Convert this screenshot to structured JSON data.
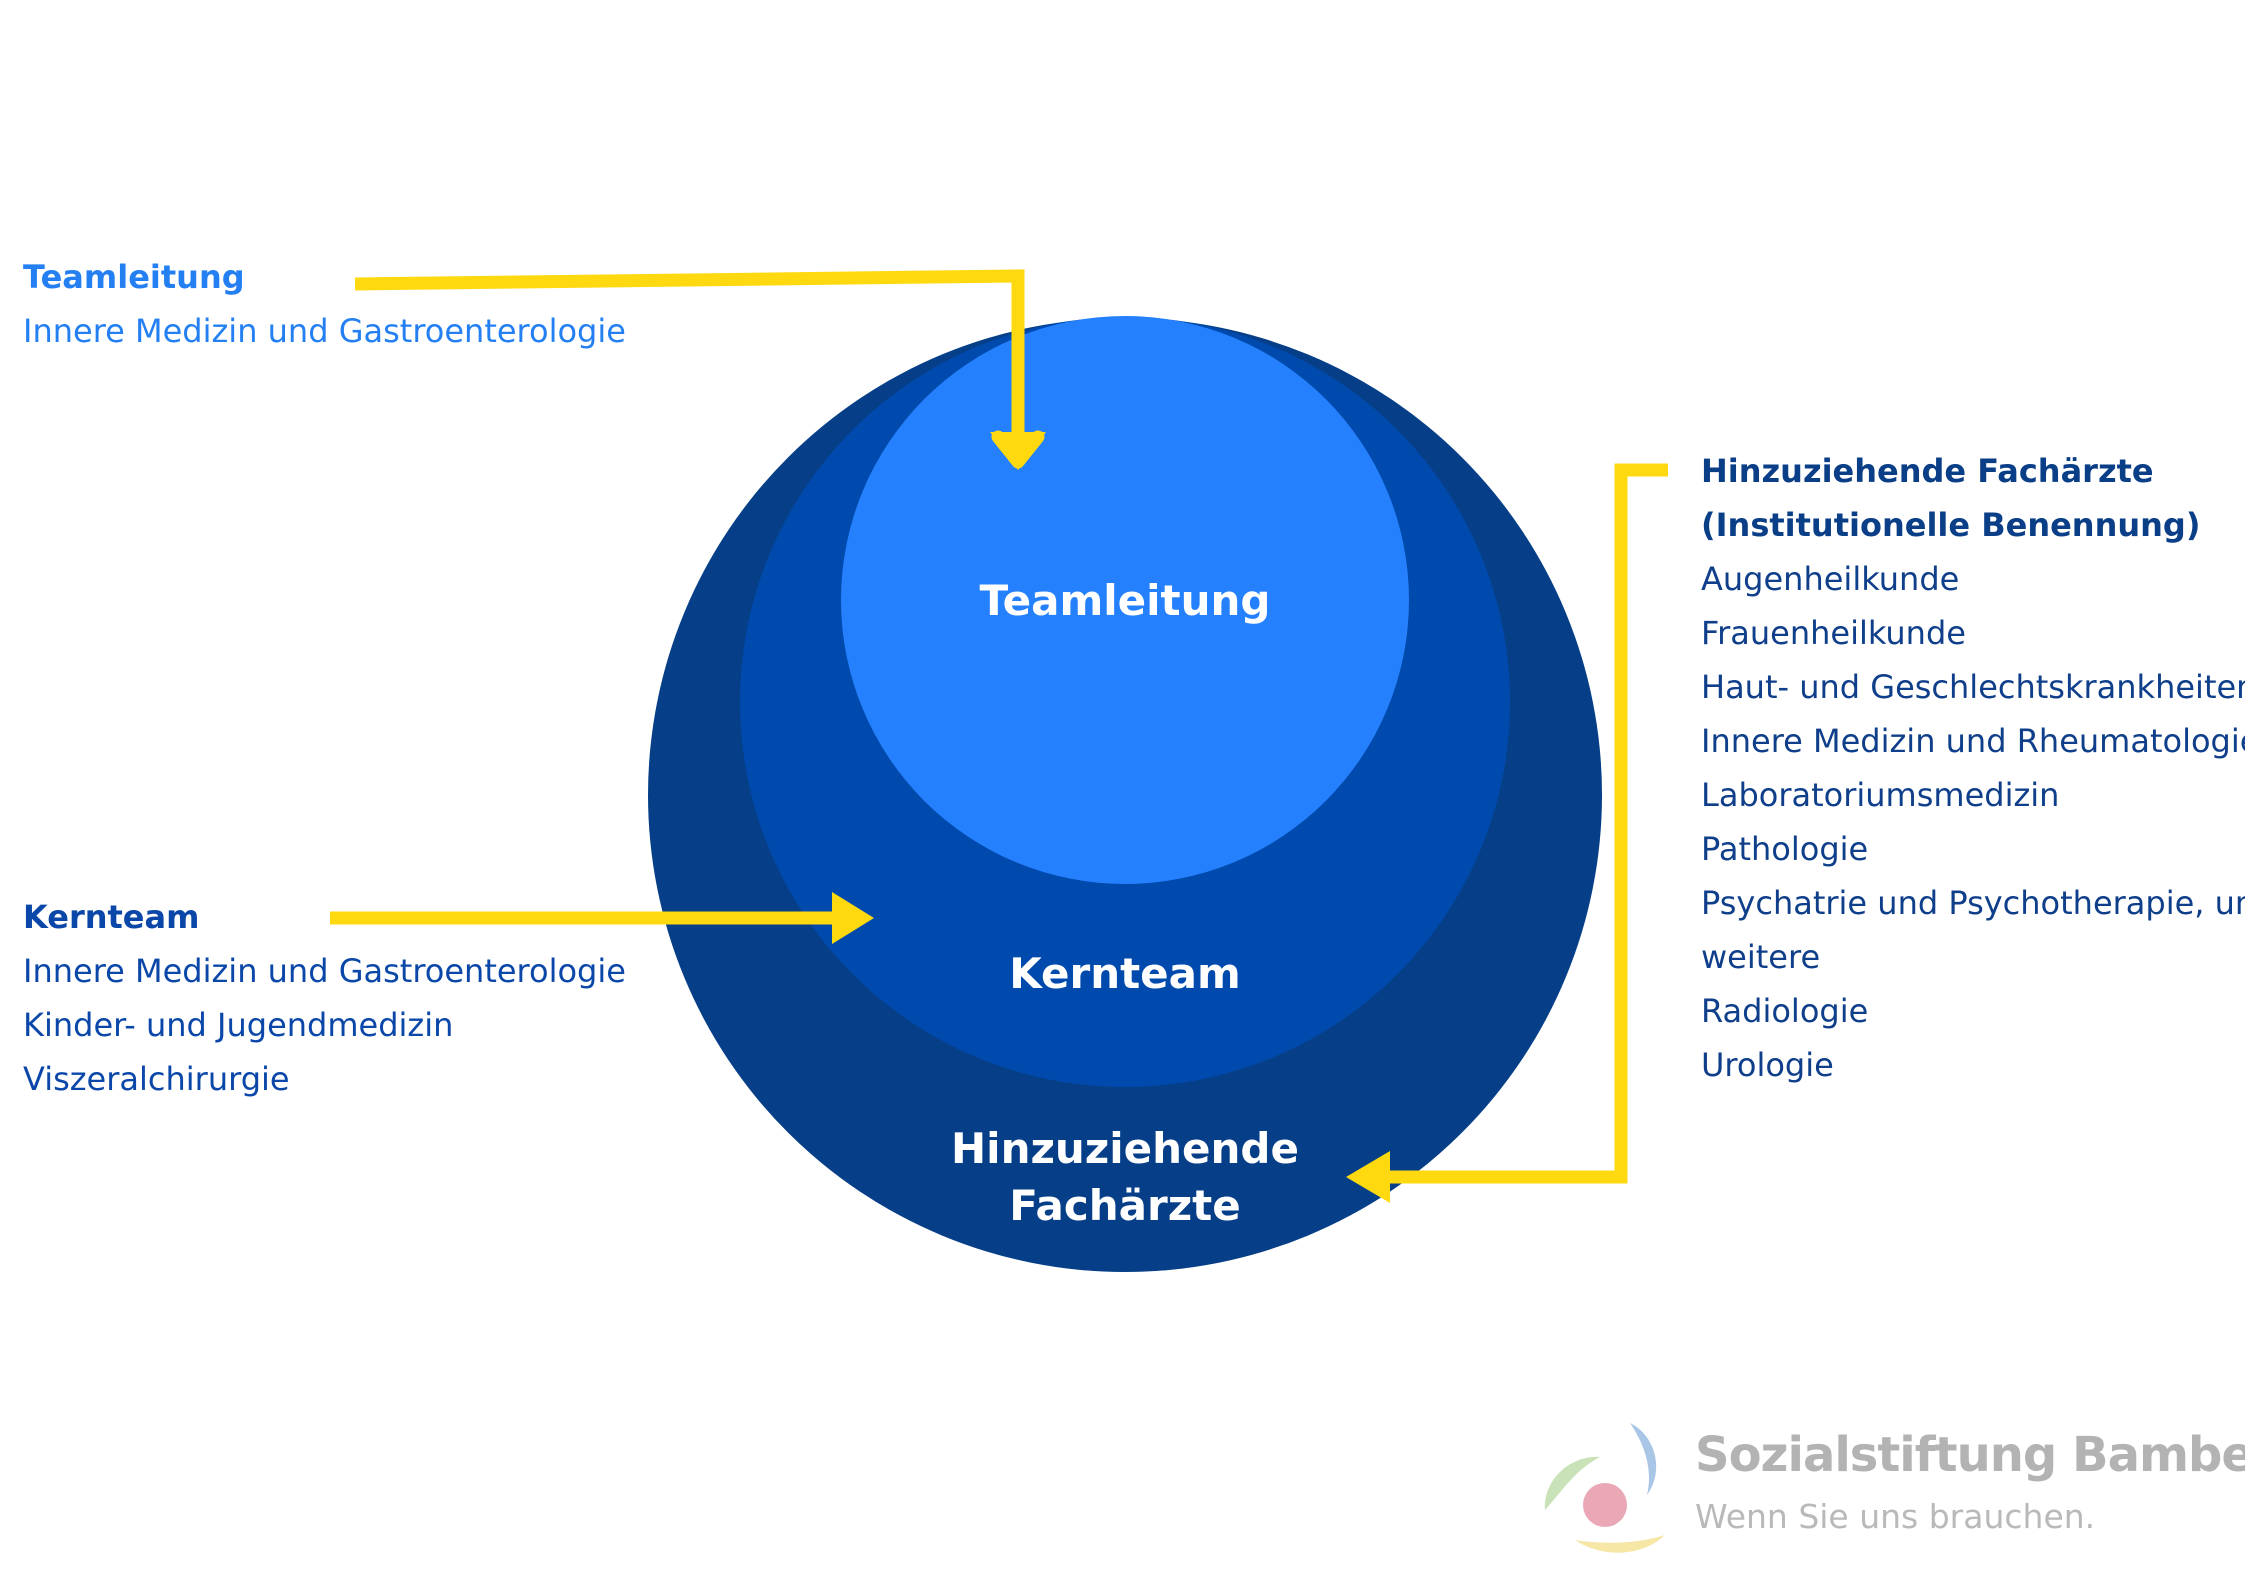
{
  "colors": {
    "outer_circle": "#063f88",
    "middle_circle": "#004aad",
    "inner_circle": "#2480fd",
    "arrow": "#ffd90f",
    "teamleitung_text": "#2480f2",
    "kernteam_text": "#0a47a8",
    "hinzuziehende_text": "#0a3e87"
  },
  "circles": {
    "inner_label": "Teamleitung",
    "middle_label": "Kernteam",
    "outer_label_line1": "Hinzuziehende",
    "outer_label_line2": "Fachärzte"
  },
  "teamleitung_block": {
    "heading": "Teamleitung",
    "items": [
      "Innere Medizin und Gastroenterologie"
    ]
  },
  "kernteam_block": {
    "heading": "Kernteam",
    "items": [
      "Innere Medizin und Gastroenterologie",
      "Kinder- und Jugendmedizin",
      "Viszeralchirurgie"
    ]
  },
  "hinzuziehende_block": {
    "heading_line1": "Hinzuziehende Fachärzte",
    "heading_line2": "(Institutionelle Benennung)",
    "items": [
      "Augenheilkunde",
      "Frauenheilkunde",
      "Haut- und Geschlechtskrankheiten",
      "Innere Medizin und Rheumatologie",
      "Laboratoriumsmedizin",
      "Pathologie",
      "Psychatrie und Psychotherapie, und",
      "weitere",
      "Radiologie",
      "Urologie"
    ]
  },
  "brand": {
    "name": "Sozialstiftung Bamberg",
    "tagline": "Wenn Sie uns brauchen."
  }
}
